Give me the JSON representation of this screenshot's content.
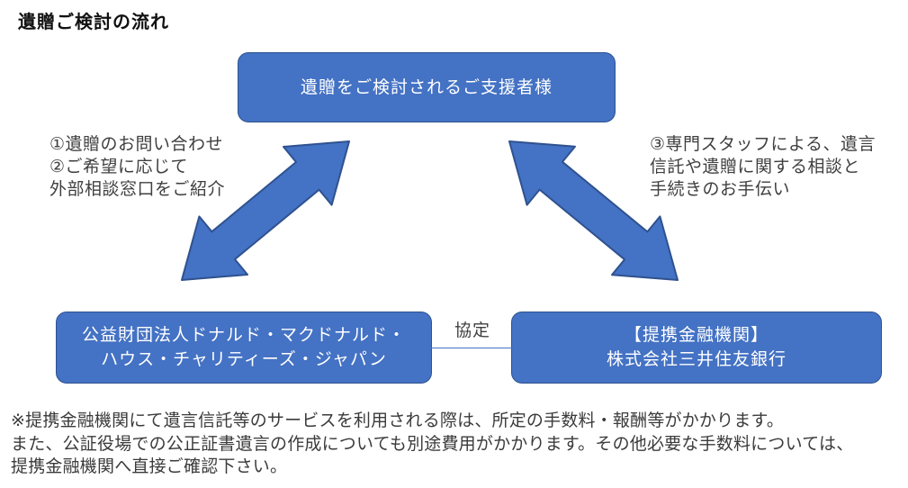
{
  "title": "遺贈ご検討の流れ",
  "boxes": {
    "top": {
      "label": "遺贈をご検討されるご支援者様"
    },
    "bottom_left": {
      "lines": [
        "公益財団法人ドナルド・マクドナルド・",
        "ハウス・チャリティーズ・ジャパン"
      ]
    },
    "bottom_right": {
      "lines": [
        "【提携金融機関】",
        "株式会社三井住友銀行"
      ]
    }
  },
  "annotations": {
    "left": {
      "lines": [
        "①遺贈のお問い合わせ",
        "②ご希望に応じて",
        "外部相談窓口をご紹介"
      ]
    },
    "right": {
      "lines": [
        "③専門スタッフによる、遺言",
        "信託や遺贈に関する相談と",
        "手続きのお手伝い"
      ]
    }
  },
  "connector": {
    "label": "協定"
  },
  "footnote": {
    "lines": [
      "※提携金融機関にて遺言信託等のサービスを利用される際は、所定の手数料・報酬等がかかります。",
      "また、公証役場での公正証書遺言の作成についても別途費用がかかります。その他必要な手数料については、",
      "提携金融機関へ直接ご確認下さい。"
    ]
  },
  "colors": {
    "box_fill": "#4472C4",
    "box_border": "#2F528F",
    "text_dark": "#3F3F3F",
    "connector_line": "#4472C4"
  }
}
